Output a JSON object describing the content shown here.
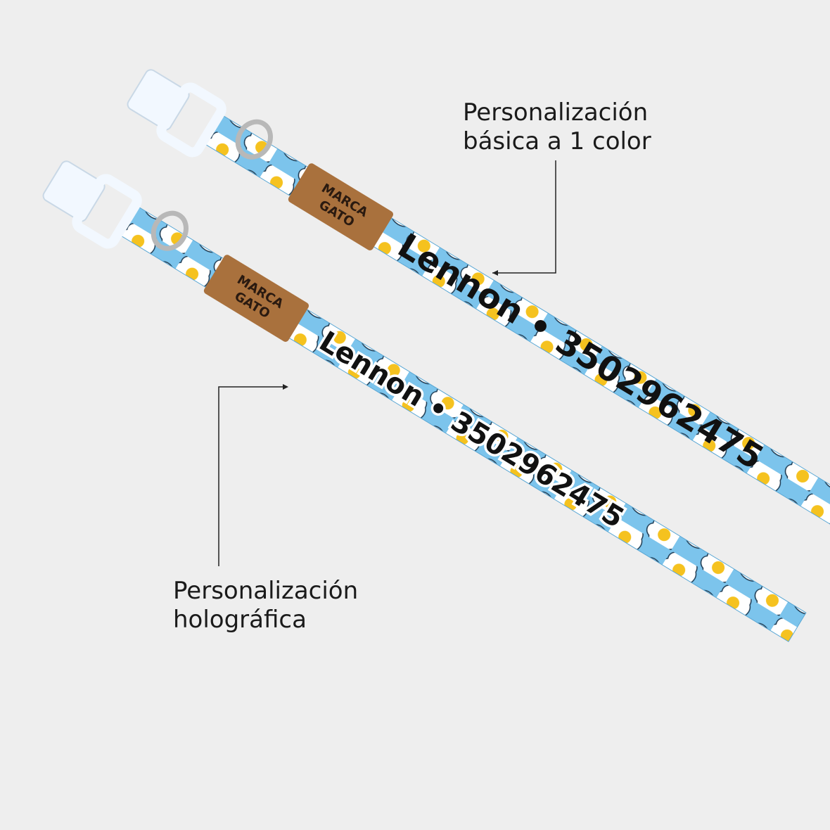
{
  "annotations": {
    "basic": {
      "line1": "Personalización",
      "line2": "básica a 1 color"
    },
    "holographic": {
      "line1": "Personalización",
      "line2": "holográfica"
    }
  },
  "collars": {
    "back": {
      "engraving": "Lennon • 3502962475",
      "style": "basic one-color black print"
    },
    "front": {
      "engraving": "Lennon • 3502962475",
      "style": "holographic print with white outline"
    }
  },
  "brand_tag": {
    "line1": "MARCA",
    "line2": "GATO"
  },
  "colors": {
    "background": "#eeeeee",
    "strap_blue": "#7cc4ec",
    "egg_white": "#ffffff",
    "yolk": "#f5c21f",
    "leather_tag": "#a9713d",
    "ink": "#111111"
  },
  "pattern": "fried-egg print on light blue strap"
}
